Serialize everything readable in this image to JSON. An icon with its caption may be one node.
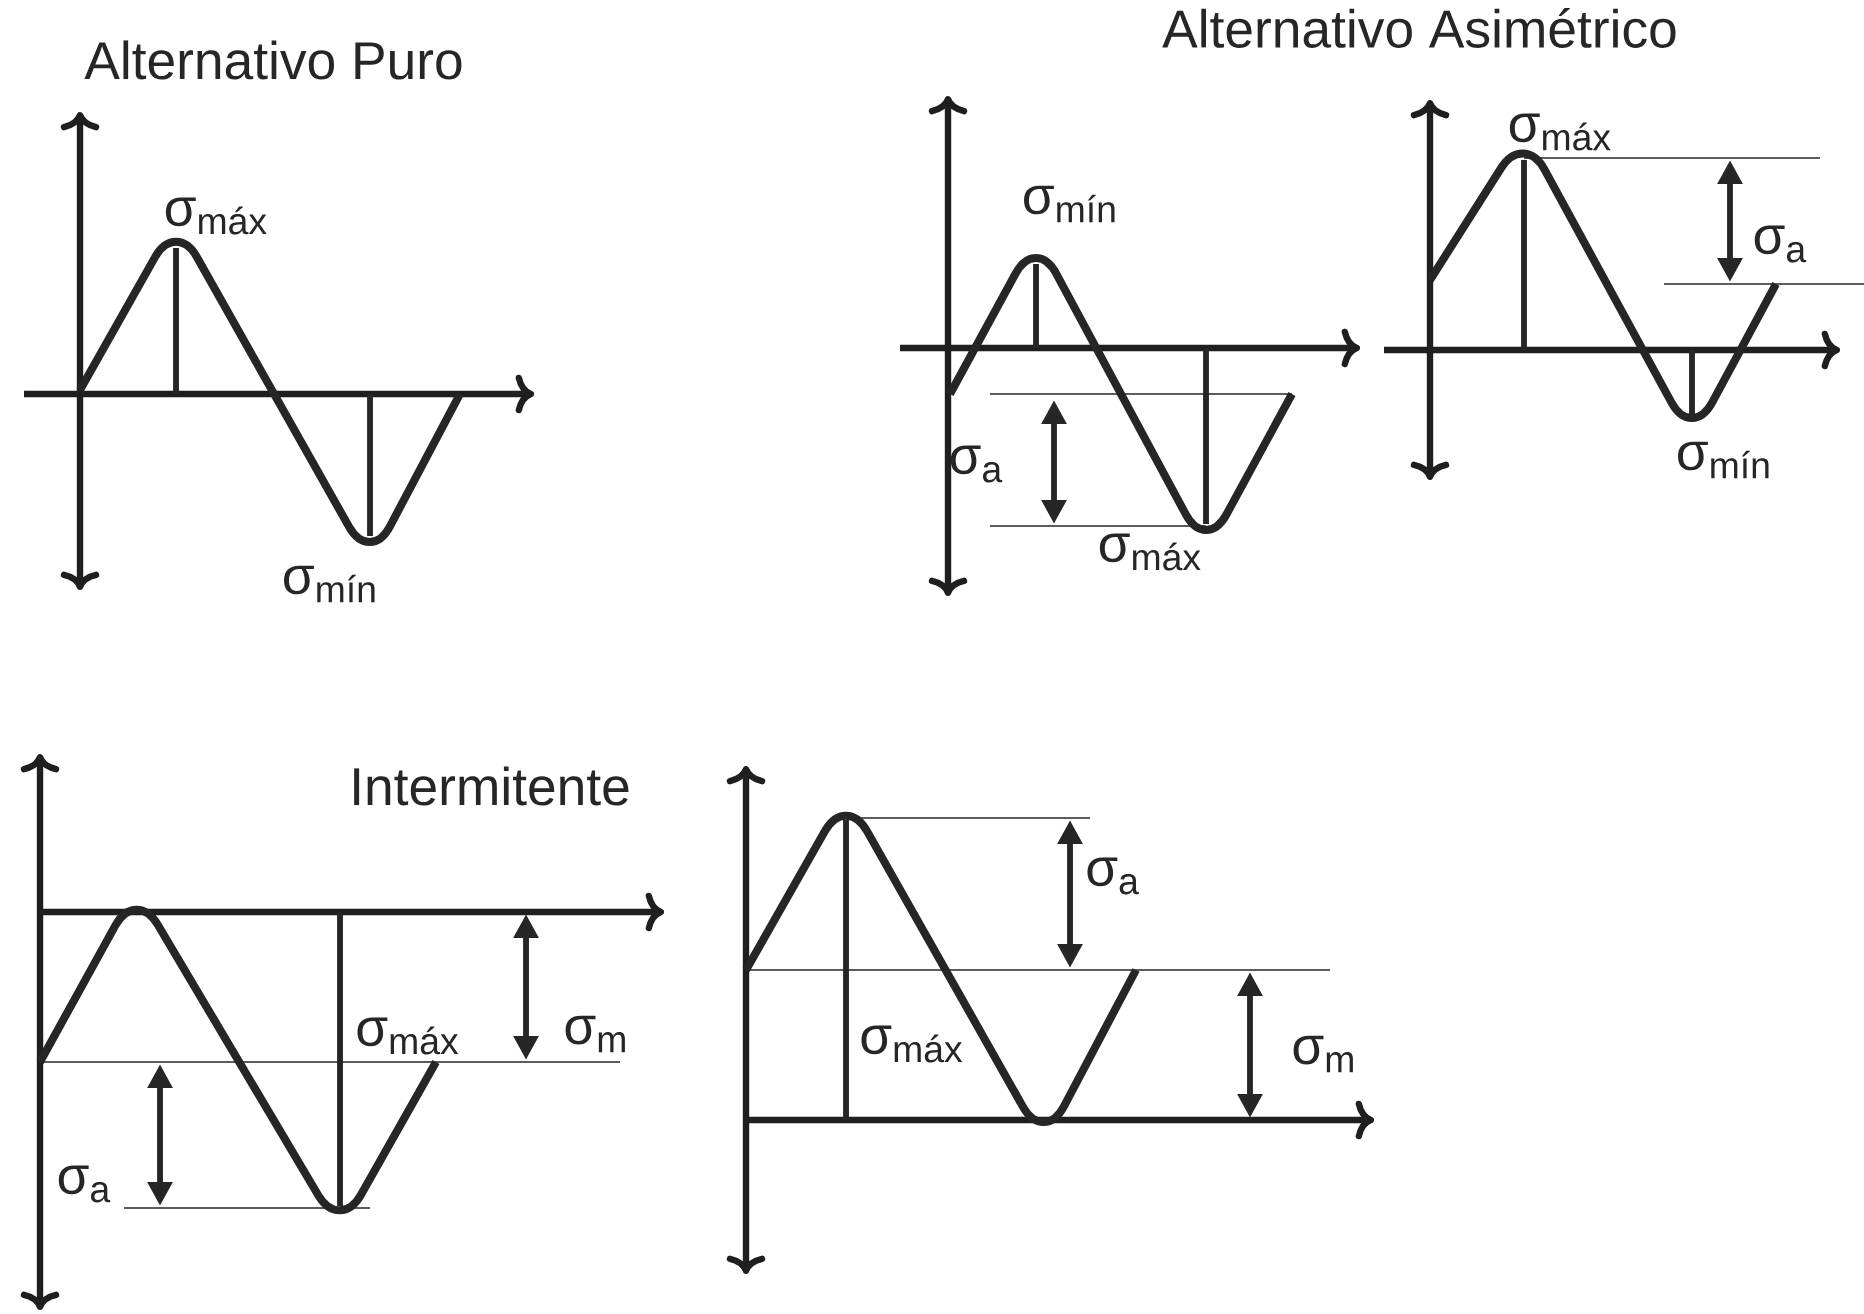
{
  "diagram": {
    "labels": [
      "Alternativo Puro",
      "Alternativo Asimétrico",
      "σ$_{máx}$",
      "σ$_{mín}$",
      "σ$_{mín}$",
      "σ$_{a}$",
      "σ$_{máx}$",
      "σ$_{máx}$",
      "σ$_{a}$",
      "σ$_{mín}$",
      "Intermitente",
      "σ$_{máx}$",
      "σ$_{m}$",
      "σ$_{a}$",
      "σ$_{a}$",
      "σ$_{máx}$",
      "σ$_{m}$"
    ]
  }
}
